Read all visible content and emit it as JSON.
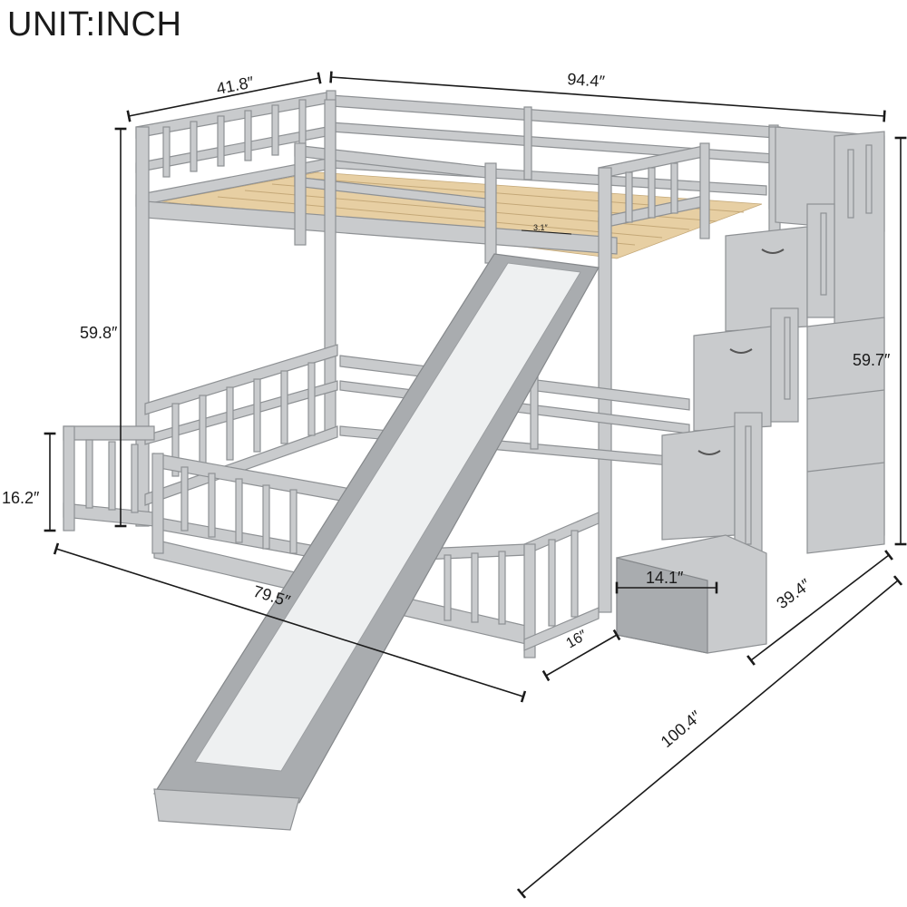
{
  "header": {
    "unit_label": "UNIT:INCH"
  },
  "product": {
    "description": "",
    "colors": {
      "frame": "#c9cbcd",
      "frame_shadow": "#a9acaf",
      "outline": "#8e9194",
      "slats": "#e7cfa3",
      "slide": "#eef0f1",
      "dimension": "#1a1a1a"
    }
  },
  "dimensions": {
    "top_width": "41.8″",
    "total_length": "94.4″",
    "upper_height": "59.8″",
    "stairs_height": "59.7″",
    "lower_rail_height": "16.2″",
    "lower_bed_length": "79.5″",
    "stairs_depth": "39.4″",
    "step_width": "14.1″",
    "step_gap": "16″",
    "overall_diagonal": "100.4″",
    "slat_gap": "3.1″"
  }
}
